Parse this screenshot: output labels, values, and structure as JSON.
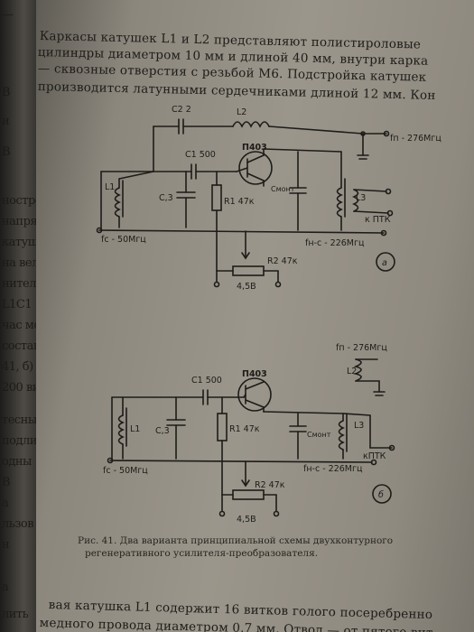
{
  "top_text": {
    "line1": "Каркасы катушек L1 и L2 представляют полистироловые",
    "line2": "цилиндры диаметром 10 мм и длиной 40 мм, внутри карка",
    "line3": "— сквозные отверстия с резьбой М6. Подстройка катушек",
    "line4": "производится латунными сердечниками длиной 12 мм. Кон"
  },
  "left_page_fragments": [
    "—",
    "В",
    "и",
    "В",
    "",
    "ностро",
    "напря",
    "катуш",
    "на вел",
    "нителя",
    "L1C1",
    "час мо",
    "состав",
    "41, б)",
    "200 ви",
    "тесным",
    "подли",
    "одны",
    "В",
    "а",
    "льзов",
    "н",
    "а",
    "лить"
  ],
  "diagram_a": {
    "c2": "C2 2",
    "l2": "L2",
    "f_out": "fп - 276Мгц",
    "c1": "C1 500",
    "transistor": "П403",
    "l1": "L1",
    "c3": "C,3",
    "r1": "R1 47к",
    "c_mont": "Cмонт",
    "l3": "L3",
    "to_ptk": "к ПТК",
    "f_in": "fс - 50Мгц",
    "f_ns": "fн-с - 226Мгц",
    "r2": "R2 47к",
    "voltage": "4,5В",
    "label": "а"
  },
  "diagram_b": {
    "f_out": "fп - 276Мгц",
    "l2": "L2",
    "c1": "C1 500",
    "transistor": "П403",
    "l1": "L1",
    "c3": "C,3",
    "r1": "R1 47к",
    "c_mont": "Cмонт",
    "l3": "L3",
    "to_ptk": "кПТК",
    "f_in": "fс - 50Мгц",
    "f_ns": "fн-с - 226Мгц",
    "r2": "R2 47к",
    "voltage": "4,5В",
    "label": "б"
  },
  "caption": {
    "line1": "Рис. 41. Два варианта принципиальной схемы двухконтурного",
    "line2": "регенеративного усилителя-преобразователя."
  },
  "bottom_text": {
    "line1": "вая катушка L1 содержит 16 витков голого посеребренно",
    "line2": "медного провода диаметром 0,7 мм. Отвод — от пятого вит"
  }
}
